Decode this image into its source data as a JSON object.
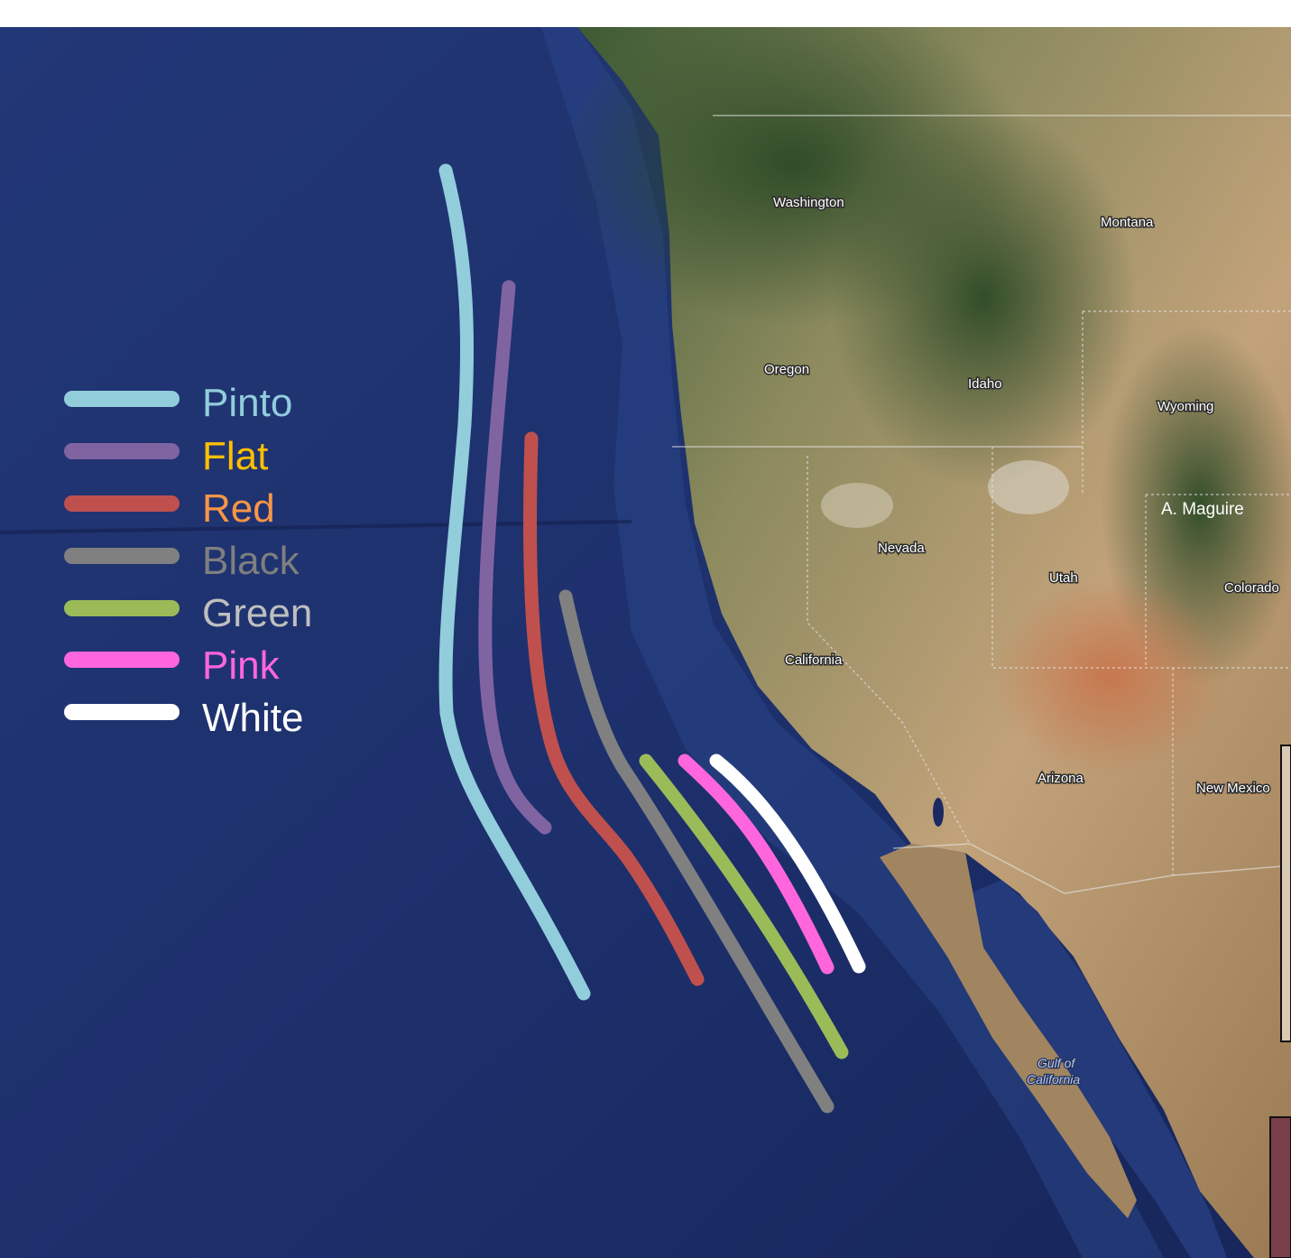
{
  "legend": [
    {
      "label": "Pinto",
      "line_color": "#92cddc",
      "text_color": "#92cddc"
    },
    {
      "label": "Flat",
      "line_color": "#8064a2",
      "text_color": "#ffc000"
    },
    {
      "label": "Red",
      "line_color": "#c0504d",
      "text_color": "#f79646"
    },
    {
      "label": "Black",
      "line_color": "#808080",
      "text_color": "#7f7f7f"
    },
    {
      "label": "Green",
      "line_color": "#9bbb59",
      "text_color": "#bfbfbf"
    },
    {
      "label": "Pink",
      "line_color": "#ff66dd",
      "text_color": "#ff66dd"
    },
    {
      "label": "White",
      "line_color": "#ffffff",
      "text_color": "#ffffff"
    }
  ],
  "states": [
    "Washington",
    "Montana",
    "Oregon",
    "Idaho",
    "Wyoming",
    "Nevada",
    "Utah",
    "Colorado",
    "California",
    "Arizona",
    "New Mexico"
  ],
  "water": {
    "gulf_line1": "Gulf of",
    "gulf_line2": "California"
  },
  "credit": "A. Maguire",
  "colors": {
    "ocean": "#1d2f6b",
    "ocean_deep": "#15235a",
    "land": "#b9a57f",
    "forest": "#2f4a2a",
    "desert": "#c89268"
  }
}
